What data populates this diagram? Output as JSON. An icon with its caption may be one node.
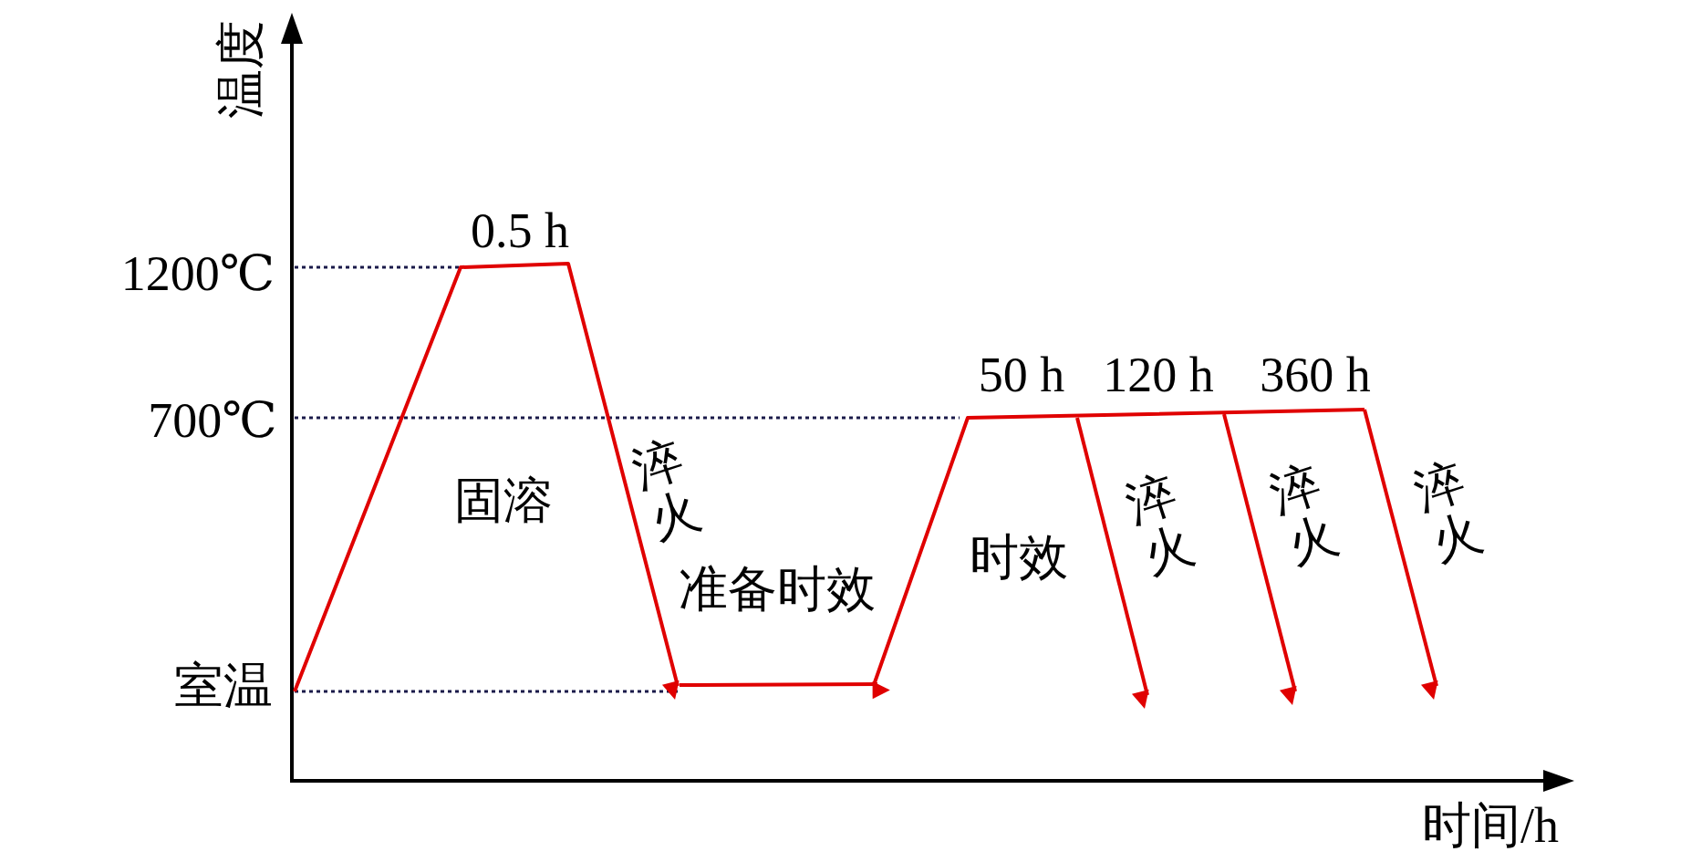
{
  "diagram": {
    "labels": [
      "温度",
      "1200℃",
      "0.5 h",
      "50 h",
      "120 h",
      "360 h",
      "700℃",
      "固溶",
      "淬火",
      "时效",
      "淬火",
      "淬火",
      "淬火",
      "准备时效",
      "室温",
      "时间/h"
    ]
  }
}
